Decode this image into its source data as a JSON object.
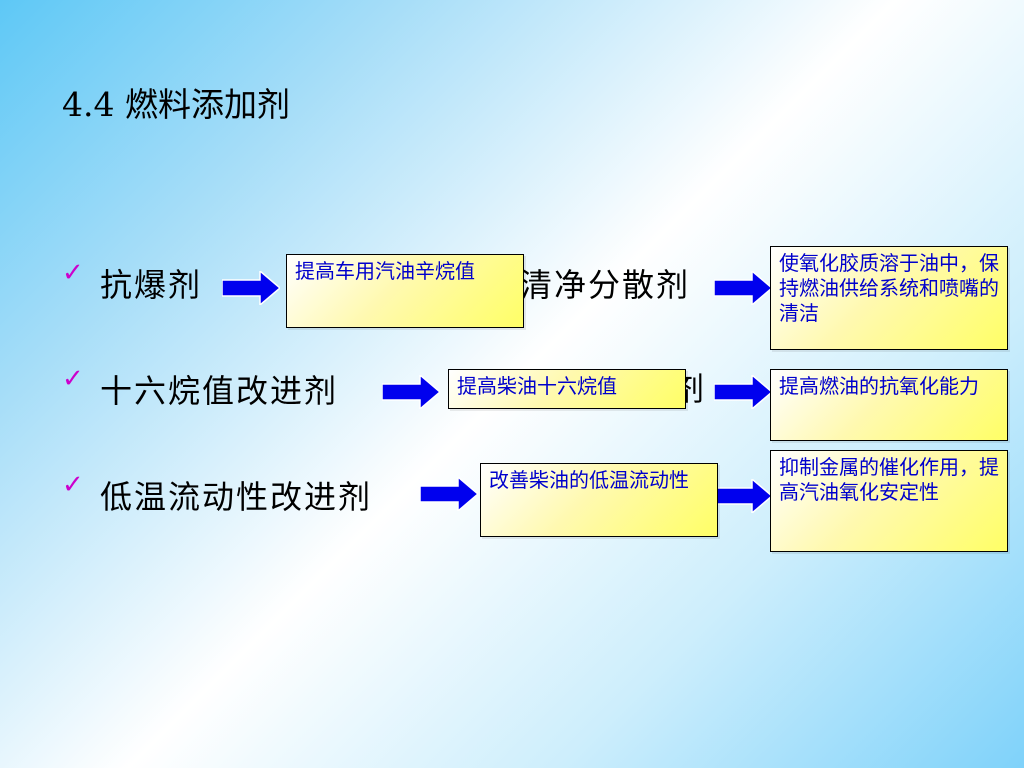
{
  "slide": {
    "title": "4.4 燃料添加剂"
  },
  "left_items": [
    {
      "label": "抗爆剂"
    },
    {
      "label": "十六烷值改进剂"
    },
    {
      "label": "低温流动性改进剂"
    }
  ],
  "left_boxes": [
    {
      "text": "提高车用汽油辛烷值"
    },
    {
      "text": "提高柴油十六烷值"
    },
    {
      "text": "改善柴油的低温流动性"
    }
  ],
  "right_items": [
    {
      "label": "清净分散剂"
    },
    {
      "label": "剂"
    }
  ],
  "right_boxes": [
    {
      "text": "使氧化胶质溶于油中，保持燃油供给系统和喷嘴的清洁"
    },
    {
      "text": "提高燃油的抗氧化能力"
    },
    {
      "text": "抑制金属的催化作用，提高汽油氧化安定性"
    }
  ],
  "colors": {
    "check": "#cc00cc",
    "arrow": "#0000ee",
    "box_text": "#0000cc",
    "box_fill": "#ffff66"
  },
  "icons": [
    "checkmark-icon",
    "right-arrow-icon"
  ]
}
